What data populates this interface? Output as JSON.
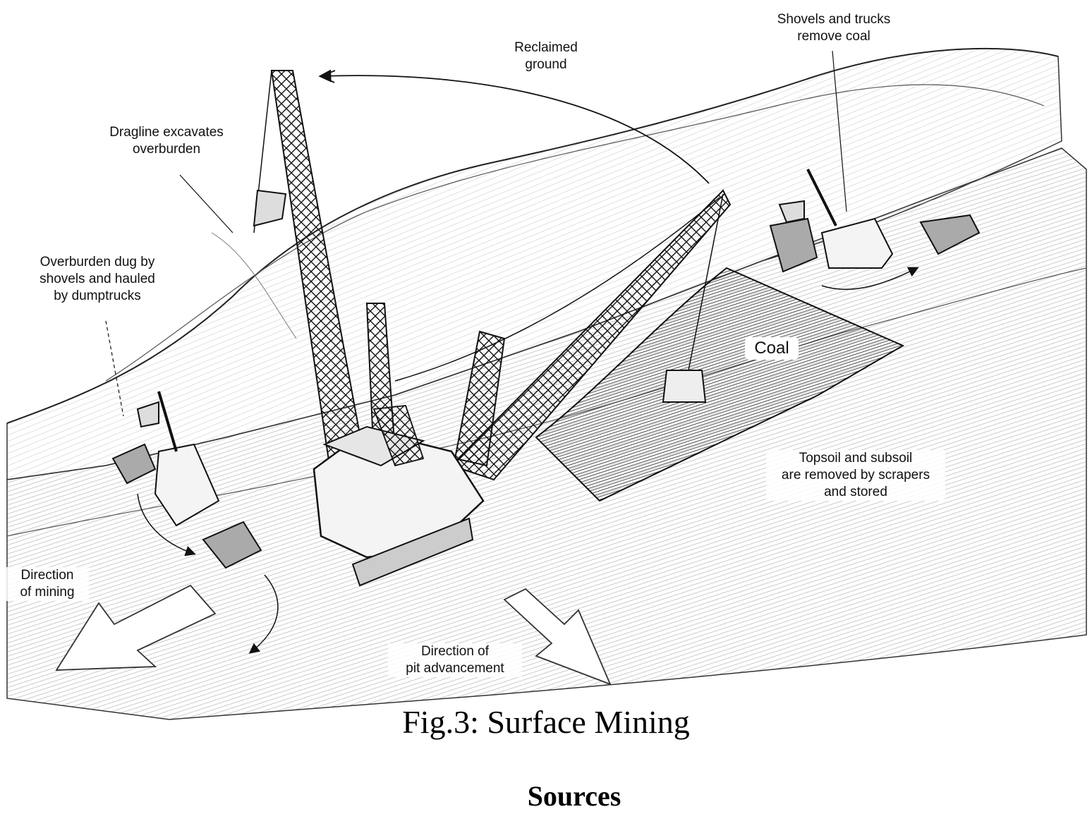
{
  "labels": {
    "shovels_trucks": "Shovels and trucks\nremove coal",
    "reclaimed": "Reclaimed\nground",
    "dragline": "Dragline excavates\noverburden",
    "overburden_dug": "Overburden dug by\nshovels and hauled\nby dumptrucks",
    "coal": "Coal",
    "topsoil": "Topsoil and subsoil\nare removed by scrapers\nand stored",
    "direction_mining": "Direction\nof mining",
    "direction_pit": "Direction of\npit advancement"
  },
  "caption": "Fig.3:  Surface Mining",
  "sources_heading": "Sources"
}
